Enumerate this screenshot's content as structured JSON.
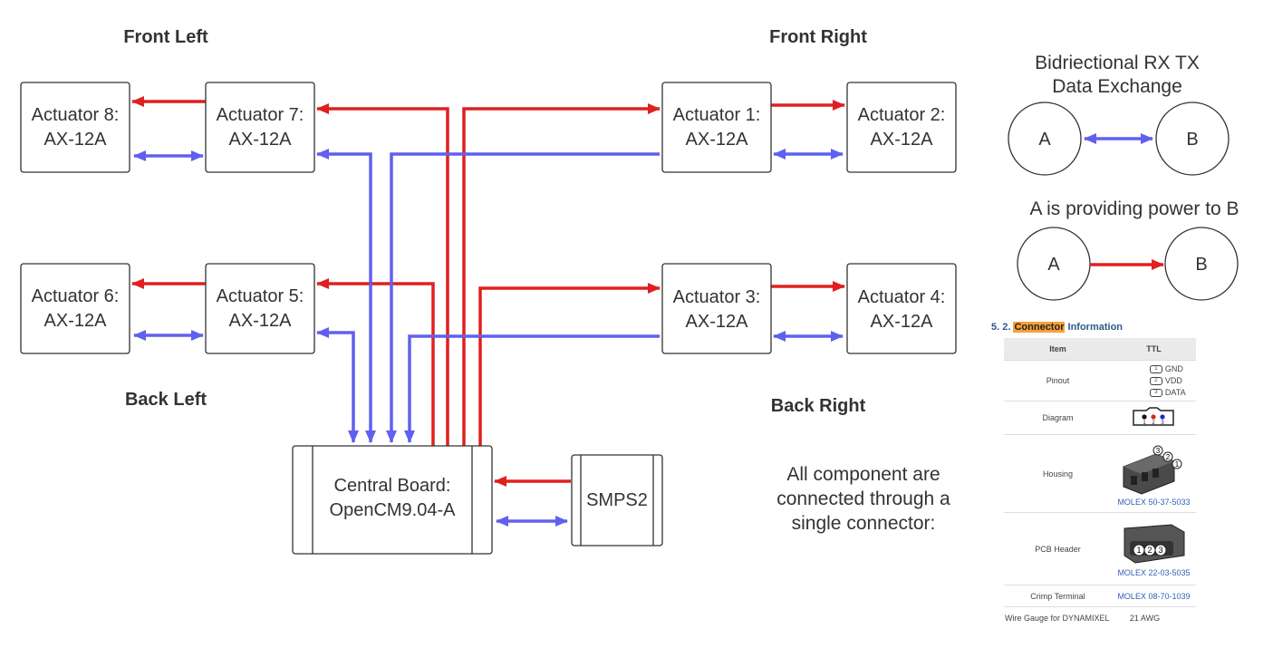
{
  "sections": {
    "front_left": "Front Left",
    "front_right": "Front Right",
    "back_left": "Back Left",
    "back_right": "Back Right"
  },
  "actuators": {
    "a8": [
      "Actuator 8:",
      "AX-12A"
    ],
    "a7": [
      "Actuator 7:",
      "AX-12A"
    ],
    "a1": [
      "Actuator 1:",
      "AX-12A"
    ],
    "a2": [
      "Actuator 2:",
      "AX-12A"
    ],
    "a6": [
      "Actuator 6:",
      "AX-12A"
    ],
    "a5": [
      "Actuator 5:",
      "AX-12A"
    ],
    "a3": [
      "Actuator 3:",
      "AX-12A"
    ],
    "a4": [
      "Actuator 4:",
      "AX-12A"
    ]
  },
  "central_board": [
    "Central Board:",
    "OpenCM9.04-A"
  ],
  "smps": "SMPS2",
  "legend": {
    "data_title": [
      "Bidriectional RX TX",
      "Data Exchange"
    ],
    "power_title": "A is providing power to B",
    "a": "A",
    "b": "B"
  },
  "note": [
    "All component are",
    "connected through a",
    "single connector:"
  ],
  "connector_info": {
    "heading_prefix": "5. 2. ",
    "heading_highlight": "Connector",
    "heading_suffix": " Information",
    "col_item": "Item",
    "col_ttl": "TTL",
    "pinout_label": "Pinout",
    "pins": [
      {
        "num": "1",
        "name": "GND"
      },
      {
        "num": "2",
        "name": "VDD"
      },
      {
        "num": "3",
        "name": "DATA"
      }
    ],
    "diagram_label": "Diagram",
    "housing_label": "Housing",
    "housing_part": "MOLEX 50-37-5033",
    "pcb_header_label": "PCB Header",
    "pcb_header_part": "MOLEX 22-03-5035",
    "crimp_label": "Crimp Terminal",
    "crimp_part": "MOLEX 08-70-1039",
    "wire_label": "Wire Gauge for DYNAMIXEL",
    "wire_value": "21 AWG"
  },
  "colors": {
    "power": "#e02020",
    "data": "#6060ee",
    "box_stroke": "#333333"
  }
}
